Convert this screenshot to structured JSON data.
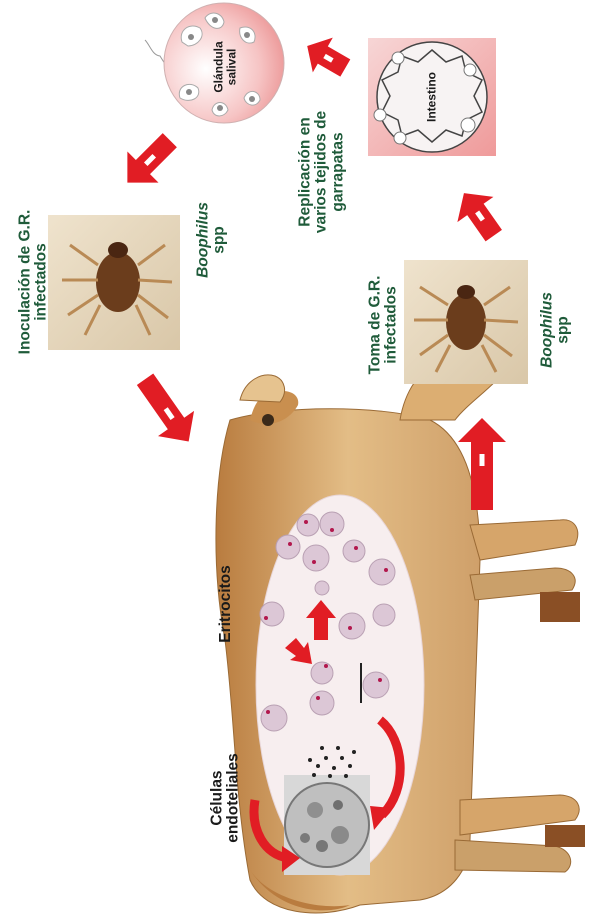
{
  "labels": {
    "inoculacion": [
      "Inoculación de   G.R.",
      "infectados"
    ],
    "boophilus_top": [
      "Boophilus",
      "spp"
    ],
    "glandula": [
      "Glándula",
      "salival"
    ],
    "replicacion": [
      "Replicación en",
      "varios tejidos de",
      "garrapatas"
    ],
    "intestino": "Intestino",
    "toma": [
      "Toma de G.R.",
      "infectados"
    ],
    "boophilus_bottom": [
      "Boophilus",
      "spp"
    ],
    "eritrocitos": "Eritrocitos",
    "celulas": [
      "Células",
      "endoteliales"
    ]
  },
  "colors": {
    "arrow": "#e11d24",
    "label_green": "#1f5b3a",
    "cow": "#d9b07a",
    "ellipse": "#f7eeef"
  }
}
